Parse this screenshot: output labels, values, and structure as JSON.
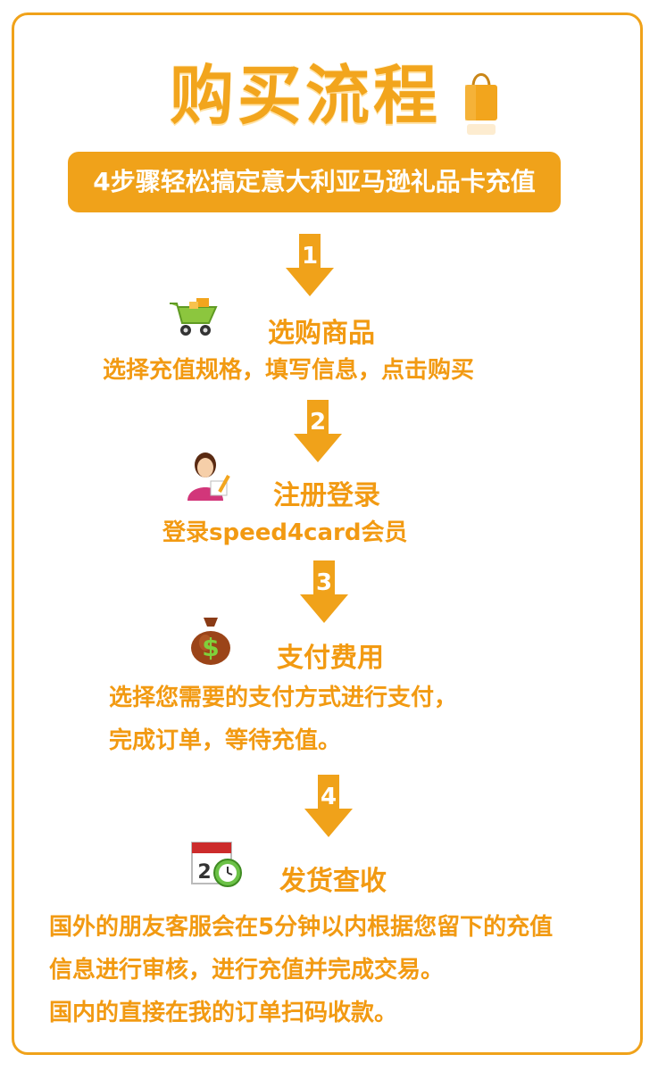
{
  "header": {
    "title": "购买流程",
    "banner": "4步骤轻松搞定意大利亚马逊礼品卡充值"
  },
  "steps": [
    {
      "number": "1",
      "title": "选购商品",
      "lines": [
        "选择充值规格，填写信息，点击购买"
      ]
    },
    {
      "number": "2",
      "title": "注册登录",
      "lines": [
        "登录speed4card会员"
      ]
    },
    {
      "number": "3",
      "title": "支付费用",
      "lines": [
        "选择您需要的支付方式进行支付，",
        "完成订单，等待充值。"
      ]
    },
    {
      "number": "4",
      "title": "发货查收",
      "lines": [
        "国外的朋友客服会在5分钟以内根据您留下的充值",
        "信息进行审核，进行充值并完成交易。",
        "国内的直接在我的订单扫码收款。"
      ]
    }
  ],
  "icons": {
    "cart": "shopping-cart-icon",
    "user": "user-register-icon",
    "money": "money-bag-icon",
    "calendar": "calendar-clock-icon",
    "bag": "shopping-bag-icon"
  },
  "colors": {
    "accent": "#f0a21a",
    "text": "#f29a12"
  }
}
